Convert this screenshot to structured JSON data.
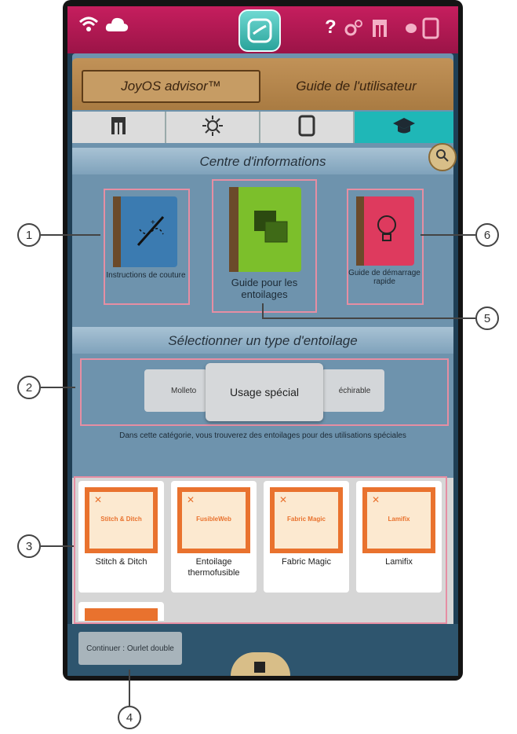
{
  "tabs": {
    "advisor": "JoyOS advisor™",
    "guide": "Guide de l'utilisateur"
  },
  "icon_tabs": [
    "sewing-machine-icon",
    "settings-sun-icon",
    "tablet-icon",
    "graduation-cap-icon"
  ],
  "info_center": {
    "title": "Centre d'informations"
  },
  "books": [
    {
      "label": "Instructions de couture",
      "color": "#3b7bb1",
      "icon": "needle-stitch-icon"
    },
    {
      "label": "Guide pour les entoilages",
      "color": "#7cbf2b",
      "icon": "stabilizer-squares-icon"
    },
    {
      "label": "Guide de démarrage rapide",
      "color": "#de3a5e",
      "icon": "lightbulb-icon"
    }
  ],
  "stabilizer_type": {
    "title": "Sélectionner un type d'entoilage",
    "left_option": "Molleto",
    "selected": "Usage spécial",
    "right_option": "échirable",
    "description": "Dans cette catégorie, vous trouverez des entoilages pour des utilisations spéciales"
  },
  "products": [
    {
      "brand": "Stitch & Ditch",
      "name": "Stitch & Ditch"
    },
    {
      "brand": "FusibleWeb",
      "name": "Entoilage thermofusible"
    },
    {
      "brand": "Fabric Magic",
      "name": "Fabric Magic"
    },
    {
      "brand": "Lamifix",
      "name": "Lamifix"
    }
  ],
  "continue_button": "Continuer : Ourlet double",
  "callouts": [
    "1",
    "2",
    "3",
    "4",
    "5",
    "6"
  ],
  "colors": {
    "topbar": "#c61e5e",
    "active_tab": "#1fb7b7",
    "highlight": "#e68ea3"
  }
}
